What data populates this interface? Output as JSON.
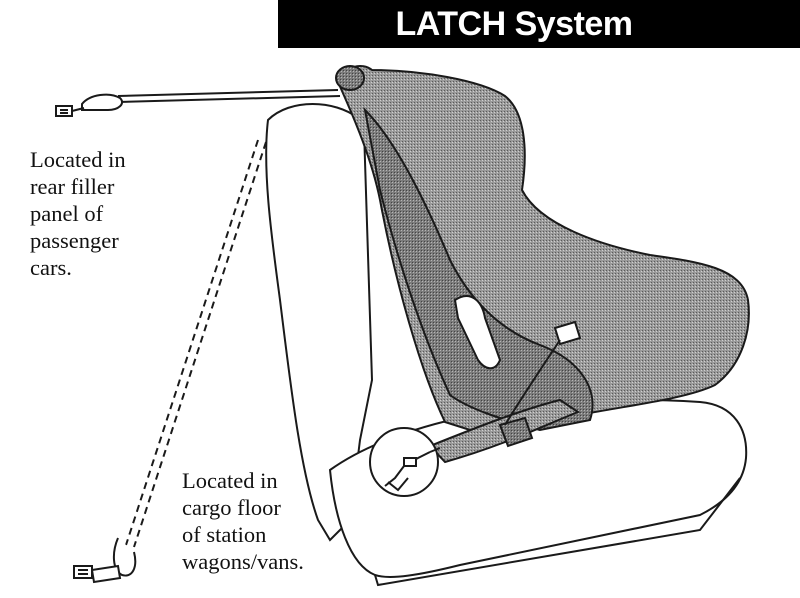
{
  "title": "LATCH System",
  "labels": {
    "top_anchor": "Located in\nrear filler\npanel of\npassenger\ncars.",
    "floor_anchor": "Located in\ncargo floor\nof station\nwagons/vans."
  },
  "colors": {
    "title_background": "#000000",
    "title_text": "#ffffff",
    "line_art": "#1a1a1a",
    "car_seat_shading": "#8a8a8a",
    "belt_shading": "#9a9a9a"
  }
}
